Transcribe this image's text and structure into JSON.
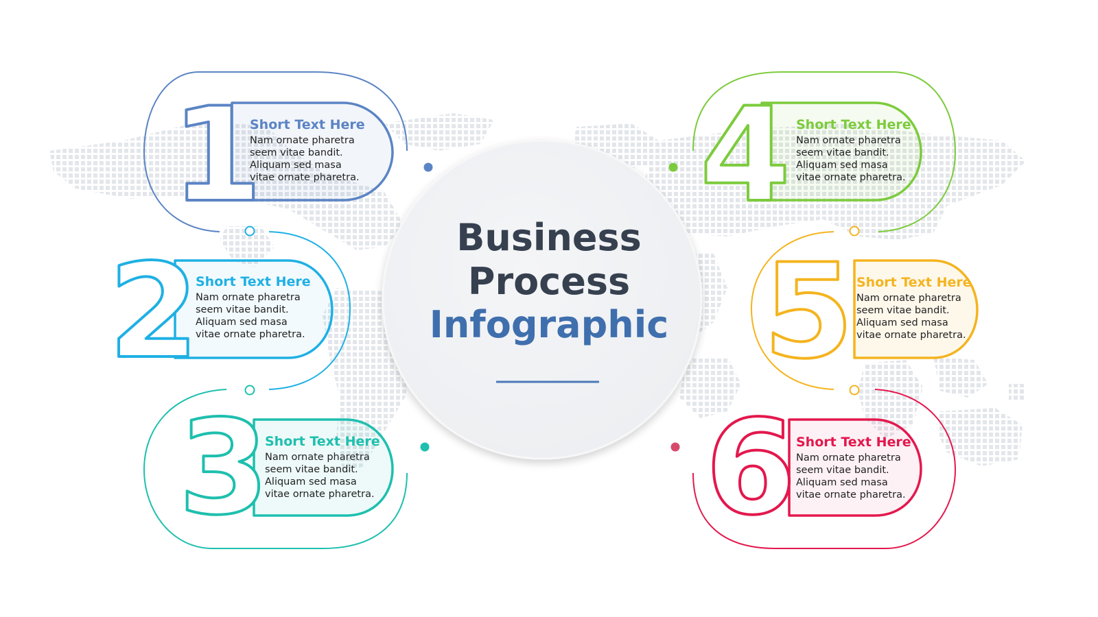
{
  "title": {
    "line1": "Business",
    "line2": "Process",
    "line3": "Infographic",
    "color_dark": "#36404f",
    "color_accent": "#3f6fad"
  },
  "steps": [
    {
      "number": "1",
      "title": "Short Text Here",
      "lines": [
        "Nam ornate pharetra",
        "seem vitae bandit.",
        "Aliquam sed masa",
        "vitae ornate pharetra."
      ],
      "color": "#5b84c4"
    },
    {
      "number": "2",
      "title": "Short Text Here",
      "lines": [
        "Nam ornate pharetra",
        "seem vitae bandit.",
        "Aliquam sed masa",
        "vitae ornate pharetra."
      ],
      "color": "#1fb0e4"
    },
    {
      "number": "3",
      "title": "Short Text Here",
      "lines": [
        "Nam ornate pharetra",
        "seem vitae bandit.",
        "Aliquam sed masa",
        "vitae ornate pharetra."
      ],
      "color": "#1ebfae"
    },
    {
      "number": "4",
      "title": "Short Text Here",
      "lines": [
        "Nam ornate pharetra",
        "seem vitae bandit.",
        "Aliquam sed masa",
        "vitae ornate pharetra."
      ],
      "color": "#7ccb3c"
    },
    {
      "number": "5",
      "title": "Short Text Here",
      "lines": [
        "Nam ornate pharetra",
        "seem vitae bandit.",
        "Aliquam sed masa",
        "vitae ornate pharetra."
      ],
      "color": "#f4b41f"
    },
    {
      "number": "6",
      "title": "Short Text Here",
      "lines": [
        "Nam ornate pharetra",
        "seem vitae bandit.",
        "Aliquam sed masa",
        "vitae ornate pharetra."
      ],
      "color": "#e3184d"
    }
  ]
}
